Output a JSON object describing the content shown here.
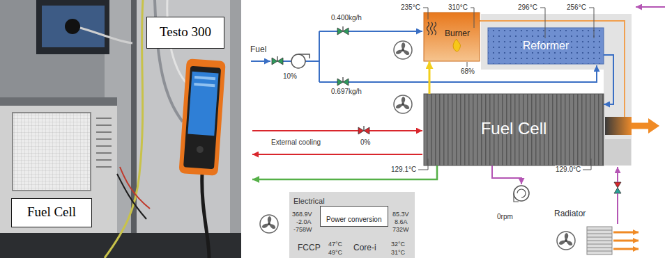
{
  "diagram": {
    "nodes": [
      {
        "text": [
          "Testo 300"
        ]
      },
      {
        "text": [
          "Fuel Cell"
        ]
      },
      {
        "text": [
          "Burner"
        ]
      },
      {
        "text": [
          "Reformer"
        ]
      },
      {
        "text": [
          "Fuel Cell"
        ]
      },
      {
        "text": [
          "Electrical",
          "368.9V",
          "-2.0A",
          "-758W",
          "85.3V",
          "8.6A",
          "732W",
          "FCCP",
          "47°C",
          "49°C",
          "Core-i",
          "32°C",
          "31°C"
        ]
      },
      {
        "text": [
          "Power conversion"
        ],
        "in": 5
      }
    ],
    "edges": [
      {
        "from": 3,
        "to": 4,
        "arrow": "to"
      },
      {
        "from": 4,
        "to": 2,
        "arrow": "to"
      }
    ],
    "labels": [
      "Fuel",
      "0.400kg/h",
      "10%",
      "0.697kg/h",
      "235°C",
      "310°C",
      "296°C",
      "256°C",
      "68%",
      "External cooling",
      "0%",
      "129.1°C",
      "129.0°C",
      "0rpm",
      "Radiator"
    ]
  }
}
